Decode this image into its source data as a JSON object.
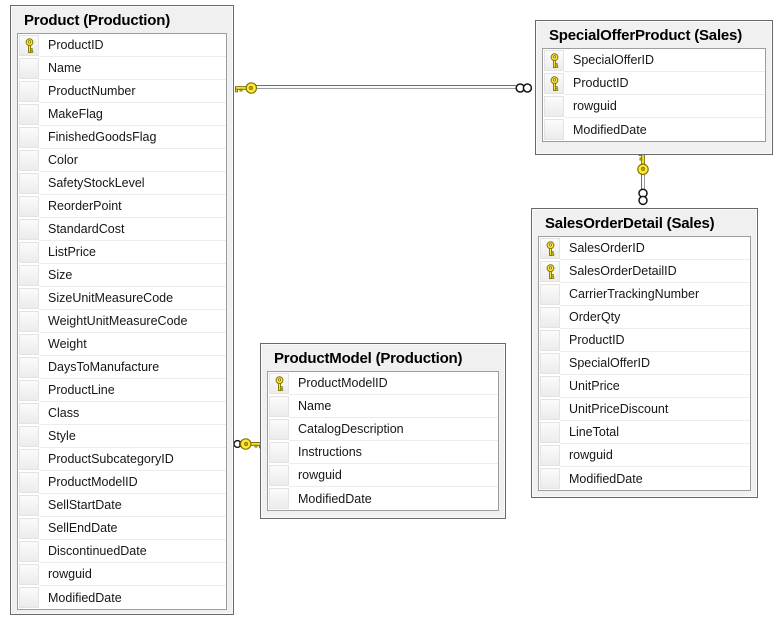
{
  "diagram": {
    "kind": "database-diagram",
    "tables": [
      {
        "id": "product",
        "title": "Product (Production)",
        "columns": [
          {
            "name": "ProductID",
            "primary_key": true
          },
          {
            "name": "Name",
            "primary_key": false
          },
          {
            "name": "ProductNumber",
            "primary_key": false
          },
          {
            "name": "MakeFlag",
            "primary_key": false
          },
          {
            "name": "FinishedGoodsFlag",
            "primary_key": false
          },
          {
            "name": "Color",
            "primary_key": false
          },
          {
            "name": "SafetyStockLevel",
            "primary_key": false
          },
          {
            "name": "ReorderPoint",
            "primary_key": false
          },
          {
            "name": "StandardCost",
            "primary_key": false
          },
          {
            "name": "ListPrice",
            "primary_key": false
          },
          {
            "name": "Size",
            "primary_key": false
          },
          {
            "name": "SizeUnitMeasureCode",
            "primary_key": false
          },
          {
            "name": "WeightUnitMeasureCode",
            "primary_key": false
          },
          {
            "name": "Weight",
            "primary_key": false
          },
          {
            "name": "DaysToManufacture",
            "primary_key": false
          },
          {
            "name": "ProductLine",
            "primary_key": false
          },
          {
            "name": "Class",
            "primary_key": false
          },
          {
            "name": "Style",
            "primary_key": false
          },
          {
            "name": "ProductSubcategoryID",
            "primary_key": false
          },
          {
            "name": "ProductModelID",
            "primary_key": false
          },
          {
            "name": "SellStartDate",
            "primary_key": false
          },
          {
            "name": "SellEndDate",
            "primary_key": false
          },
          {
            "name": "DiscontinuedDate",
            "primary_key": false
          },
          {
            "name": "rowguid",
            "primary_key": false
          },
          {
            "name": "ModifiedDate",
            "primary_key": false
          }
        ]
      },
      {
        "id": "special-offer-product",
        "title": "SpecialOfferProduct (Sales)",
        "columns": [
          {
            "name": "SpecialOfferID",
            "primary_key": true
          },
          {
            "name": "ProductID",
            "primary_key": true
          },
          {
            "name": "rowguid",
            "primary_key": false
          },
          {
            "name": "ModifiedDate",
            "primary_key": false
          }
        ]
      },
      {
        "id": "sales-order-detail",
        "title": "SalesOrderDetail (Sales)",
        "columns": [
          {
            "name": "SalesOrderID",
            "primary_key": true
          },
          {
            "name": "SalesOrderDetailID",
            "primary_key": true
          },
          {
            "name": "CarrierTrackingNumber",
            "primary_key": false
          },
          {
            "name": "OrderQty",
            "primary_key": false
          },
          {
            "name": "ProductID",
            "primary_key": false
          },
          {
            "name": "SpecialOfferID",
            "primary_key": false
          },
          {
            "name": "UnitPrice",
            "primary_key": false
          },
          {
            "name": "UnitPriceDiscount",
            "primary_key": false
          },
          {
            "name": "LineTotal",
            "primary_key": false
          },
          {
            "name": "rowguid",
            "primary_key": false
          },
          {
            "name": "ModifiedDate",
            "primary_key": false
          }
        ]
      },
      {
        "id": "product-model",
        "title": "ProductModel (Production)",
        "columns": [
          {
            "name": "ProductModelID",
            "primary_key": true
          },
          {
            "name": "Name",
            "primary_key": false
          },
          {
            "name": "CatalogDescription",
            "primary_key": false
          },
          {
            "name": "Instructions",
            "primary_key": false
          },
          {
            "name": "rowguid",
            "primary_key": false
          },
          {
            "name": "ModifiedDate",
            "primary_key": false
          }
        ]
      }
    ],
    "relationships": [
      {
        "one_side": "Product (Production)",
        "many_side": "SpecialOfferProduct (Sales)",
        "key_symbol": "key",
        "many_symbol": "infinity"
      },
      {
        "one_side": "SpecialOfferProduct (Sales)",
        "many_side": "SalesOrderDetail (Sales)",
        "key_symbol": "key",
        "many_symbol": "infinity"
      },
      {
        "one_side": "ProductModel (Production)",
        "many_side": "Product (Production)",
        "key_symbol": "key",
        "many_symbol": "infinity"
      }
    ],
    "colors": {
      "key_icon_fill": "#ffe83e",
      "key_icon_outline": "#827600",
      "table_body": "#f0f0f0",
      "table_border": "#666a6d",
      "grid_border": "#9a9ea1",
      "row_separator": "#ececec",
      "connector_dark": "#6e6e6e",
      "connector_light": "#9c9c9c",
      "background": "#ffffff"
    }
  }
}
